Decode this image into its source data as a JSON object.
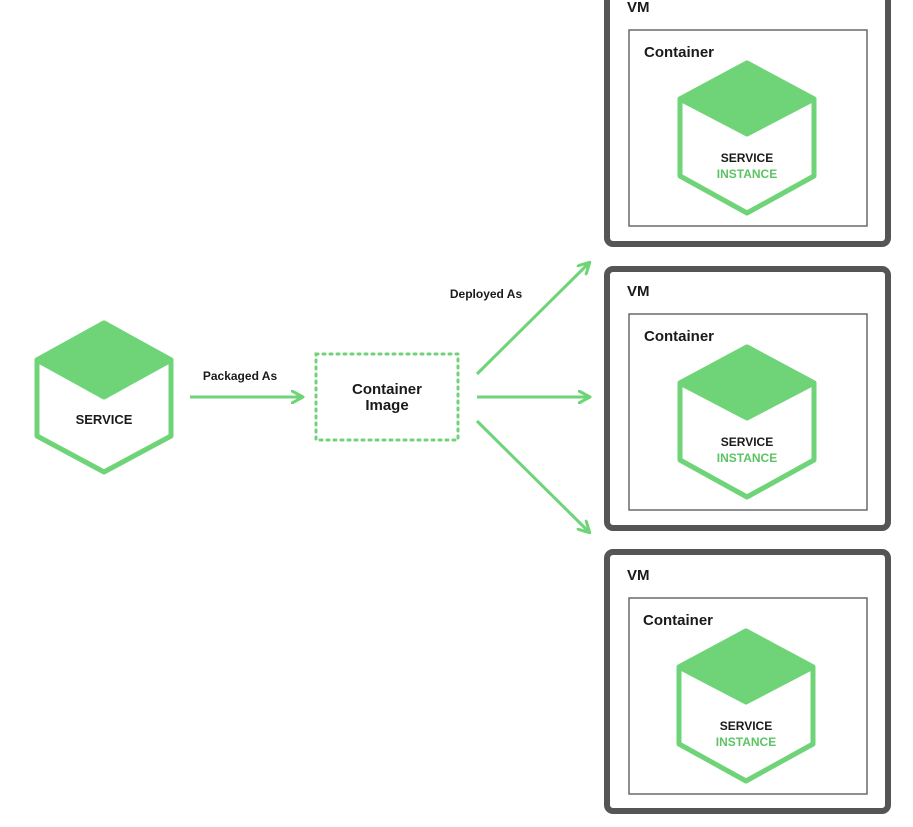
{
  "colors": {
    "accent": "#6fd477",
    "accent_text": "#5cc463",
    "vm_border": "#555555",
    "container_border": "#6a6a6a",
    "text": "#1a1a1a"
  },
  "service": {
    "label": "SERVICE",
    "icon": "hexagon-cube-icon"
  },
  "edges": {
    "packaged_label": "Packaged As",
    "deployed_label": "Deployed As"
  },
  "container_image": {
    "line1": "Container",
    "line2": "Image"
  },
  "vms": [
    {
      "label": "VM",
      "container_label": "Container",
      "instance_line1": "SERVICE",
      "instance_line2": "INSTANCE"
    },
    {
      "label": "VM",
      "container_label": "Container",
      "instance_line1": "SERVICE",
      "instance_line2": "INSTANCE"
    },
    {
      "label": "VM",
      "container_label": "Container",
      "instance_line1": "SERVICE",
      "instance_line2": "INSTANCE"
    }
  ]
}
